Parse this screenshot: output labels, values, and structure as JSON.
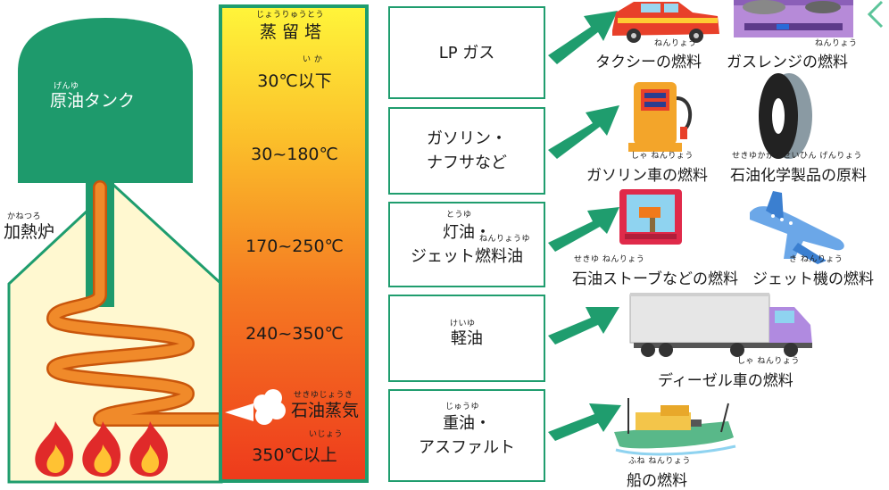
{
  "tank": {
    "label": "原油タンク",
    "ruby": "げんゆ"
  },
  "furnace": {
    "label": "加熱炉",
    "ruby": "かねつろ"
  },
  "tower": {
    "title": "蒸留塔",
    "title_ruby": "じょうりゅうとう",
    "temps": [
      {
        "text": "30℃以下",
        "ruby": "い か"
      },
      {
        "text": "30~180℃"
      },
      {
        "text": "170~250℃"
      },
      {
        "text": "240~350℃"
      },
      {
        "text": "350℃以上",
        "ruby": "いじょう"
      }
    ],
    "vapor": {
      "text": "石油蒸気",
      "ruby": "せきゆじょうき"
    }
  },
  "products": [
    {
      "lines": [
        "LP ガス"
      ]
    },
    {
      "lines": [
        "ガソリン・",
        "ナフサなど"
      ]
    },
    {
      "lines": [
        "灯油・",
        "ジェット燃料油"
      ],
      "ruby1": "とうゆ",
      "ruby2": "ねんりょうゆ"
    },
    {
      "lines": [
        "軽油"
      ],
      "ruby1": "けいゆ"
    },
    {
      "lines": [
        "重油・",
        "アスファルト"
      ],
      "ruby1": "じゅうゆ"
    }
  ],
  "uses": [
    {
      "text": "タクシーの燃料",
      "ruby": "ねんりょう"
    },
    {
      "text": "ガスレンジの燃料",
      "ruby": "ねんりょう"
    },
    {
      "text": "ガソリン車の燃料",
      "ruby": "しゃ ねんりょう"
    },
    {
      "text": "石油化学製品の原料",
      "ruby": "せきゆかがくせいひん げんりょう"
    },
    {
      "text": "石油ストーブなどの燃料",
      "ruby": "せきゆ            ねんりょう"
    },
    {
      "text": "ジェット機の燃料",
      "ruby": "き   ねんりょう"
    },
    {
      "text": "ディーゼル車の燃料",
      "ruby": "しゃ ねんりょう"
    },
    {
      "text": "船の燃料",
      "ruby": "ふね ねんりょう"
    }
  ],
  "colors": {
    "green": "#1f9d6e",
    "tank": "#1e9a6c",
    "cream": "#fff8d0",
    "orange": "#f07a1c"
  }
}
